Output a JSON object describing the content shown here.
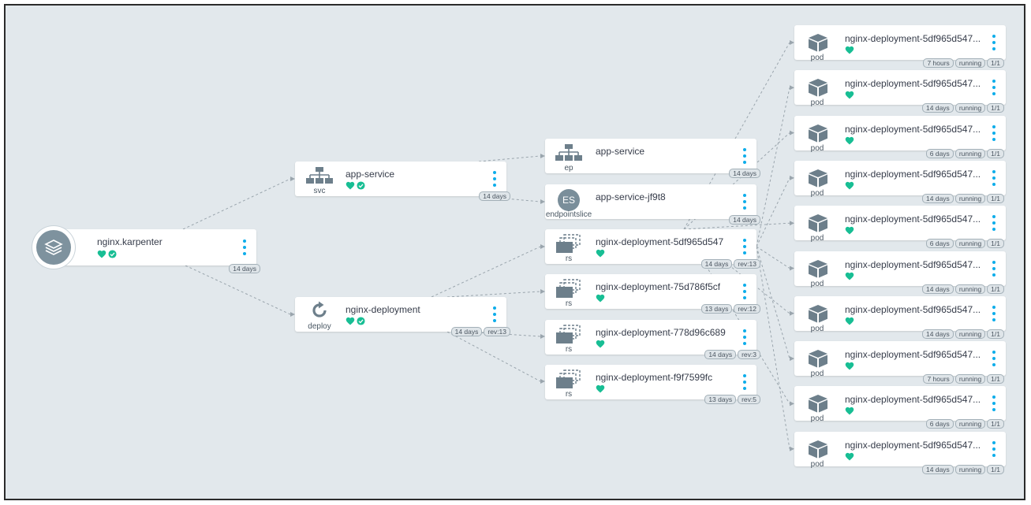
{
  "root": {
    "title": "nginx.karpenter",
    "age": "14 days",
    "health_icon": "heart-icon",
    "sync_icon": "check-circle-icon"
  },
  "svc": {
    "kind": "svc",
    "title": "app-service",
    "age": "14 days"
  },
  "deploy": {
    "kind": "deploy",
    "title": "nginx-deployment",
    "age": "14 days",
    "rev": "rev:13"
  },
  "ep": {
    "kind": "ep",
    "title": "app-service",
    "age": "14 days"
  },
  "eps": {
    "kind": "endpointslice",
    "icon_text": "ES",
    "title": "app-service-jf9t8",
    "age": "14 days"
  },
  "replicasets": [
    {
      "kind": "rs",
      "title": "nginx-deployment-5df965d547",
      "age": "14 days",
      "rev": "rev:13"
    },
    {
      "kind": "rs",
      "title": "nginx-deployment-75d786f5cf",
      "age": "13 days",
      "rev": "rev:12"
    },
    {
      "kind": "rs",
      "title": "nginx-deployment-778d96c689",
      "age": "14 days",
      "rev": "rev:3"
    },
    {
      "kind": "rs",
      "title": "nginx-deployment-f9f7599fc",
      "age": "13 days",
      "rev": "rev:5"
    }
  ],
  "pods": [
    {
      "kind": "pod",
      "title": "nginx-deployment-5df965d547...",
      "age": "7 hours",
      "phase": "running",
      "ready": "1/1"
    },
    {
      "kind": "pod",
      "title": "nginx-deployment-5df965d547...",
      "age": "14 days",
      "phase": "running",
      "ready": "1/1"
    },
    {
      "kind": "pod",
      "title": "nginx-deployment-5df965d547...",
      "age": "6 days",
      "phase": "running",
      "ready": "1/1"
    },
    {
      "kind": "pod",
      "title": "nginx-deployment-5df965d547...",
      "age": "14 days",
      "phase": "running",
      "ready": "1/1"
    },
    {
      "kind": "pod",
      "title": "nginx-deployment-5df965d547...",
      "age": "6 days",
      "phase": "running",
      "ready": "1/1"
    },
    {
      "kind": "pod",
      "title": "nginx-deployment-5df965d547...",
      "age": "14 days",
      "phase": "running",
      "ready": "1/1"
    },
    {
      "kind": "pod",
      "title": "nginx-deployment-5df965d547...",
      "age": "14 days",
      "phase": "running",
      "ready": "1/1"
    },
    {
      "kind": "pod",
      "title": "nginx-deployment-5df965d547...",
      "age": "7 hours",
      "phase": "running",
      "ready": "1/1"
    },
    {
      "kind": "pod",
      "title": "nginx-deployment-5df965d547...",
      "age": "6 days",
      "phase": "running",
      "ready": "1/1"
    },
    {
      "kind": "pod",
      "title": "nginx-deployment-5df965d547...",
      "age": "14 days",
      "phase": "running",
      "ready": "1/1"
    }
  ],
  "colors": {
    "background": "#e2e8ec",
    "healthy": "#18be94",
    "menu": "#0dadea",
    "edge": "#9aa5ad",
    "icon": "#6d7f8b"
  }
}
